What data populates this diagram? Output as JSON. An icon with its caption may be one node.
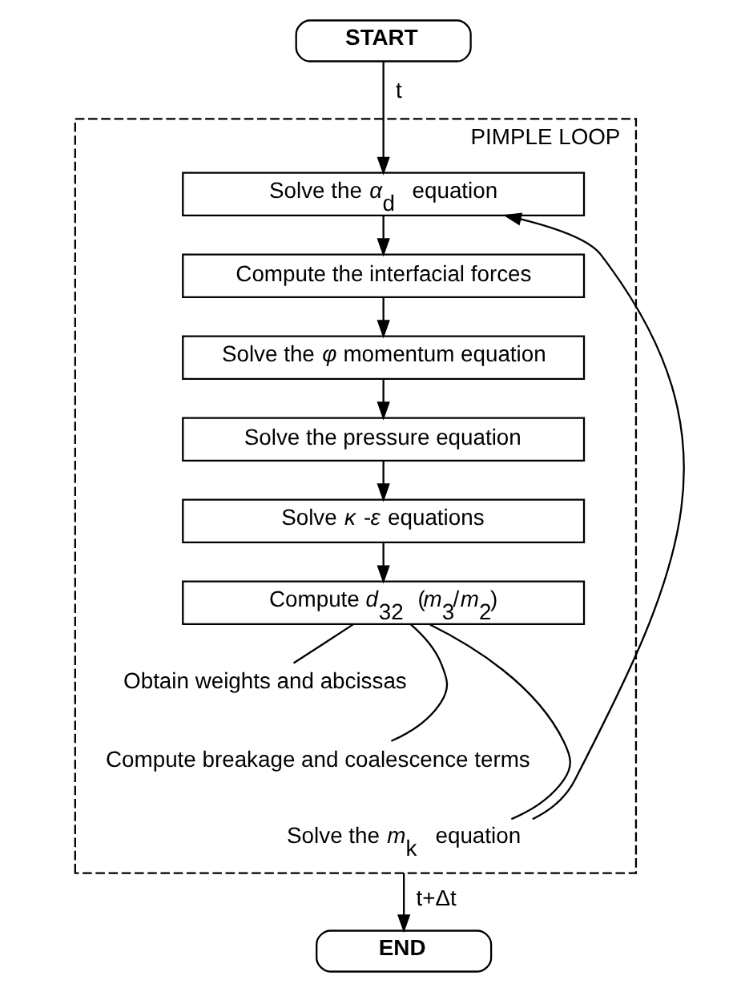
{
  "diagram": {
    "nodes": [
      {
        "text": [
          "START"
        ]
      },
      {
        "text": [
          "PIMPLE LOOP"
        ]
      },
      {
        "text": [
          "Solve the *α*$_{d}$ equation"
        ],
        "in": 1
      },
      {
        "text": [
          "Compute the interfacial forces"
        ],
        "in": 1
      },
      {
        "text": [
          "Solve the *φ* momentum equation"
        ],
        "in": 1
      },
      {
        "text": [
          "Solve the pressure equation"
        ],
        "in": 1
      },
      {
        "text": [
          "Solve *κ* -*ε* equations"
        ],
        "in": 1
      },
      {
        "text": [
          "Compute *d*$_{32}$ (*m*$_{3}$/*m*$_{2}$)"
        ],
        "in": 1
      },
      {
        "text": [
          "Obtain weights and abcissas"
        ],
        "in": 1
      },
      {
        "text": [
          "Compute breakage and coalescence terms"
        ],
        "in": 1
      },
      {
        "text": [
          "Solve the *m*$_{k}$ equation"
        ],
        "in": 1
      },
      {
        "text": [
          "END"
        ]
      }
    ],
    "edges": [
      {
        "from": 0,
        "to": 2,
        "arrow": "to",
        "label": "t"
      },
      {
        "from": 2,
        "to": 3,
        "arrow": "to"
      },
      {
        "from": 3,
        "to": 4,
        "arrow": "to"
      },
      {
        "from": 4,
        "to": 5,
        "arrow": "to"
      },
      {
        "from": 5,
        "to": 6,
        "arrow": "to"
      },
      {
        "from": 6,
        "to": 7,
        "arrow": "to"
      },
      {
        "from": 7,
        "to": 8,
        "arrow": "none"
      },
      {
        "from": 7,
        "to": 9,
        "arrow": "none"
      },
      {
        "from": 7,
        "to": 10,
        "arrow": "none"
      },
      {
        "from": 1,
        "to": 11,
        "arrow": "to",
        "label": "t+Δt"
      },
      {
        "from": 1,
        "to": 2,
        "arrow": "to"
      }
    ]
  }
}
